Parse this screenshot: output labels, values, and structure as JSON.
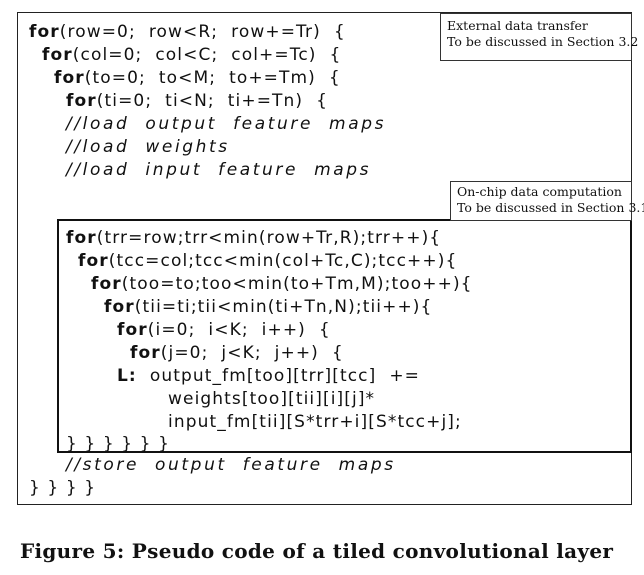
{
  "annotations": {
    "external": {
      "line1": "External data transfer",
      "line2": "To be discussed in Section 3.2"
    },
    "onchip": {
      "line1": "On-chip data computation",
      "line2": "To be discussed in Section 3.1"
    }
  },
  "code": [
    {
      "keyword": "for",
      "text": "(row=0;  row<R;  row+=Tr)  {"
    },
    {
      "keyword": "for",
      "text": "(col=0;  col<C;  col+=Tc)  {"
    },
    {
      "keyword": "for",
      "text": "(to=0;  to<M;  to+=Tm)  {"
    },
    {
      "keyword": "for",
      "text": "(ti=0;  ti<N;  ti+=Tn)  {"
    },
    {
      "keyword": "",
      "text": "//load  output  feature  maps"
    },
    {
      "keyword": "",
      "text": "//load  weights"
    },
    {
      "keyword": "",
      "text": "//load  input  feature  maps"
    },
    {
      "keyword": "for",
      "text": "(trr=row;trr<min(row+Tr,R);trr++){"
    },
    {
      "keyword": "for",
      "text": "(tcc=col;tcc<min(col+Tc,C);tcc++){"
    },
    {
      "keyword": "for",
      "text": "(too=to;too<min(to+Tm,M);too++){"
    },
    {
      "keyword": "for",
      "text": "(tii=ti;tii<min(ti+Tn,N);tii++){"
    },
    {
      "keyword": "for",
      "text": "(i=0;  i<K;  i++)  {"
    },
    {
      "keyword": "for",
      "text": "(j=0;  j<K;  j++)  {"
    },
    {
      "keyword": "L:",
      "text": "  output_fm[too][trr][tcc]  +="
    },
    {
      "keyword": "",
      "text": "weights[too][tii][i][j]*"
    },
    {
      "keyword": "",
      "text": "input_fm[tii][S*trr+i][S*tcc+j];"
    },
    {
      "keyword": "",
      "text": "} } } } } }"
    },
    {
      "keyword": "",
      "text": "//store  output  feature  maps"
    },
    {
      "keyword": "",
      "text": "} } } }"
    }
  ],
  "caption": "Figure 5: Pseudo code of a tiled convolutional layer"
}
